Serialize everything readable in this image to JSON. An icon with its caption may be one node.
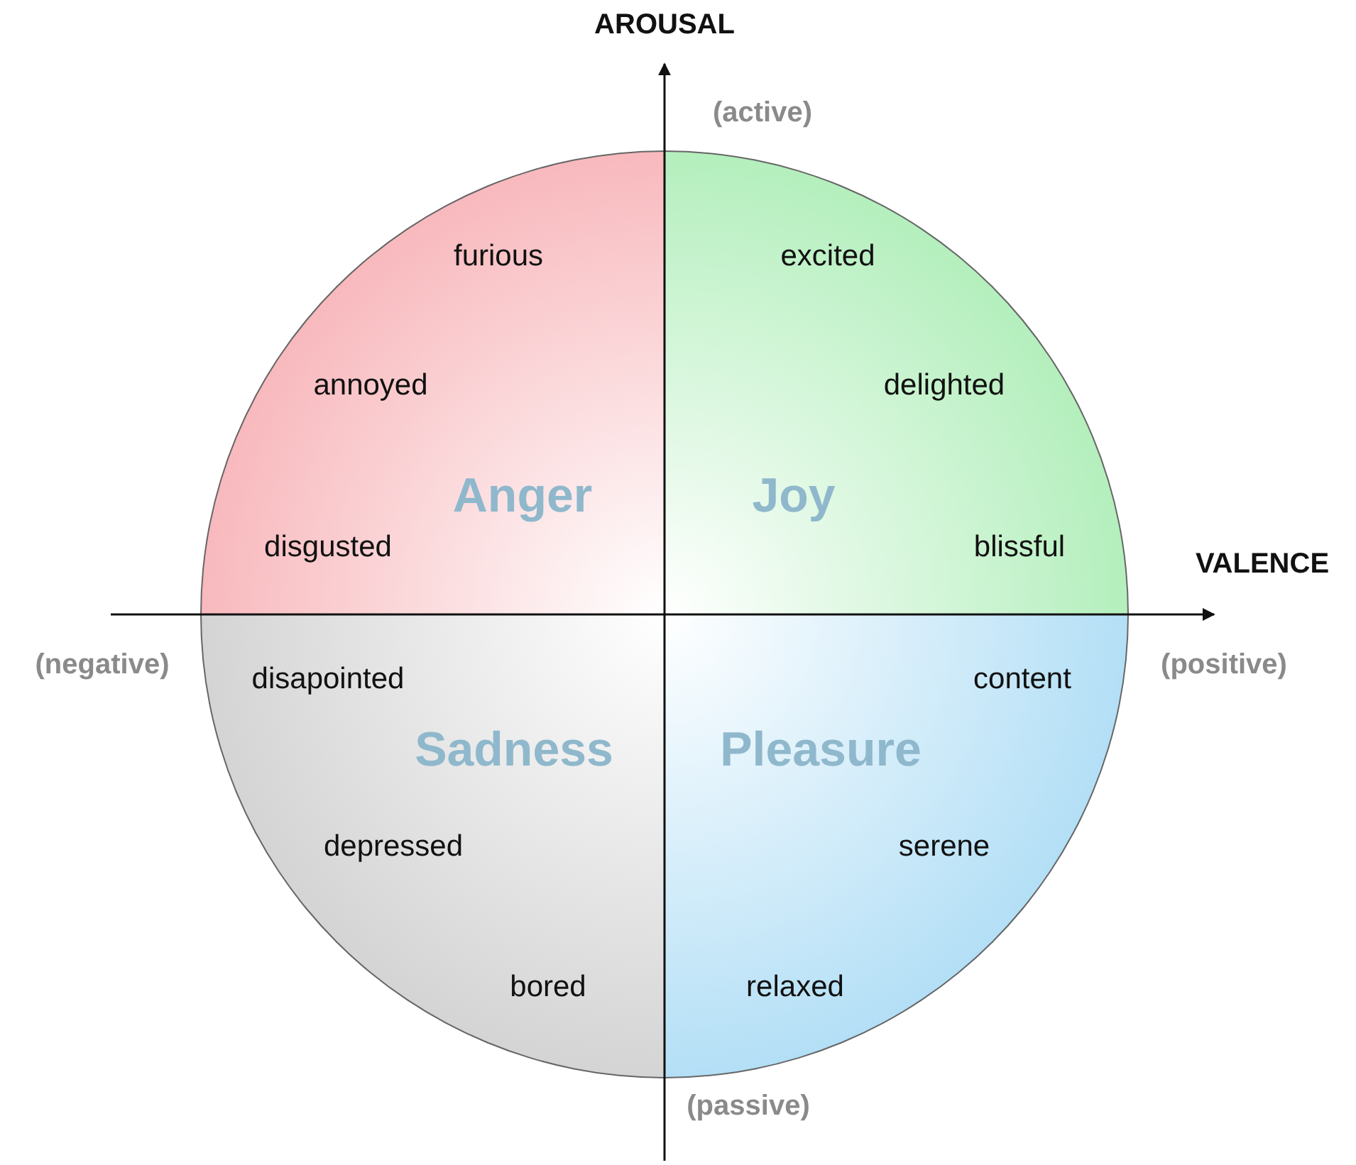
{
  "diagram": {
    "nodes": [
      {
        "text": [
          "furious",
          "annoyed",
          "Anger",
          "disgusted"
        ]
      },
      {
        "text": [
          "excited",
          "delighted",
          "Joy",
          "blissful"
        ]
      },
      {
        "text": [
          "disapointed",
          "Sadness",
          "depressed",
          "bored"
        ]
      },
      {
        "text": [
          "content",
          "Pleasure",
          "serene",
          "relaxed"
        ]
      }
    ],
    "labels": [
      "AROUSAL",
      "(active)",
      "VALENCE",
      "(negative)",
      "(positive)",
      "(passive)"
    ]
  }
}
